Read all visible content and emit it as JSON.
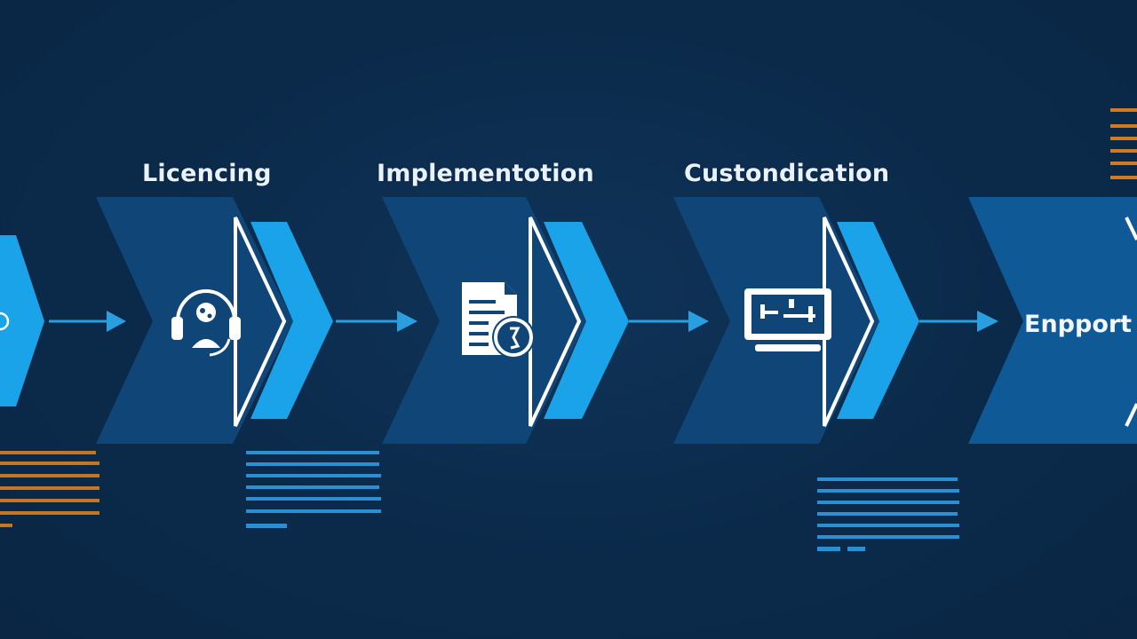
{
  "steps": [
    {
      "title": "Licencing",
      "icon": "headset-icon"
    },
    {
      "title": "Implementotion",
      "icon": "document-icon"
    },
    {
      "title": "Custondication",
      "icon": "monitor-icon"
    },
    {
      "title": "",
      "inner_label": "Enpport"
    }
  ],
  "colors": {
    "background": "#0b2a4a",
    "chevron_dark": "#0f4677",
    "chevron_light": "#1aa3e8",
    "arrow": "#2a9fe0",
    "text_block_blue": "#2b8fd2",
    "text_block_orange": "#d27a1f",
    "icon_white": "#ffffff"
  }
}
